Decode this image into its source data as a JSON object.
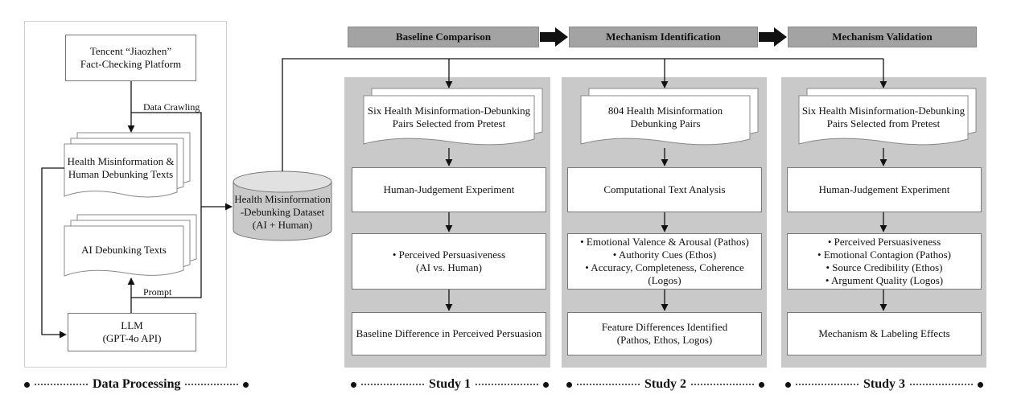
{
  "left": {
    "platform_lines": [
      "Tencent “Jiaozhen”",
      "Fact-Checking Platform"
    ],
    "data_crawling_label": "Data Crawling",
    "health_texts_lines": [
      "Health Misinformation &",
      "Human Debunking Texts"
    ],
    "ai_texts": "AI Debunking Texts",
    "prompt_label": "Prompt",
    "llm_lines": [
      "LLM",
      "(GPT-4o API)"
    ],
    "footer": "Data Processing"
  },
  "dataset_lines": [
    "Health Misinformation",
    "-Debunking Dataset",
    "(AI + Human)"
  ],
  "banners": [
    "Baseline Comparison",
    "Mechanism Identification",
    "Mechanism Validation"
  ],
  "studies": [
    {
      "footer": "Study 1",
      "input_lines": [
        "Six Health Misinformation-Debunking",
        "Pairs Selected from Pretest"
      ],
      "method": "Human-Judgement Experiment",
      "measures": [
        "• Perceived Persuasiveness",
        "(AI vs. Human)"
      ],
      "result_lines": [
        "Baseline Difference in Perceived Persuasion"
      ]
    },
    {
      "footer": "Study 2",
      "input_lines": [
        "804 Health Misinformation",
        "Debunking Pairs"
      ],
      "method": "Computational Text Analysis",
      "measures": [
        "• Emotional Valence & Arousal (Pathos)",
        "• Authority Cues (Ethos)",
        "• Accuracy, Completeness, Coherence (Logos)"
      ],
      "result_lines": [
        "Feature Differences Identified",
        "(Pathos, Ethos, Logos)"
      ]
    },
    {
      "footer": "Study 3",
      "input_lines": [
        "Six Health Misinformation-Debunking",
        "Pairs Selected from Pretest"
      ],
      "method": "Human-Judgement Experiment",
      "measures": [
        "• Perceived Persuasiveness",
        "• Emotional Contagion (Pathos)",
        "• Source Credibility (Ethos)",
        "• Argument Quality (Logos)"
      ],
      "result_lines": [
        "Mechanism & Labeling Effects"
      ]
    }
  ]
}
